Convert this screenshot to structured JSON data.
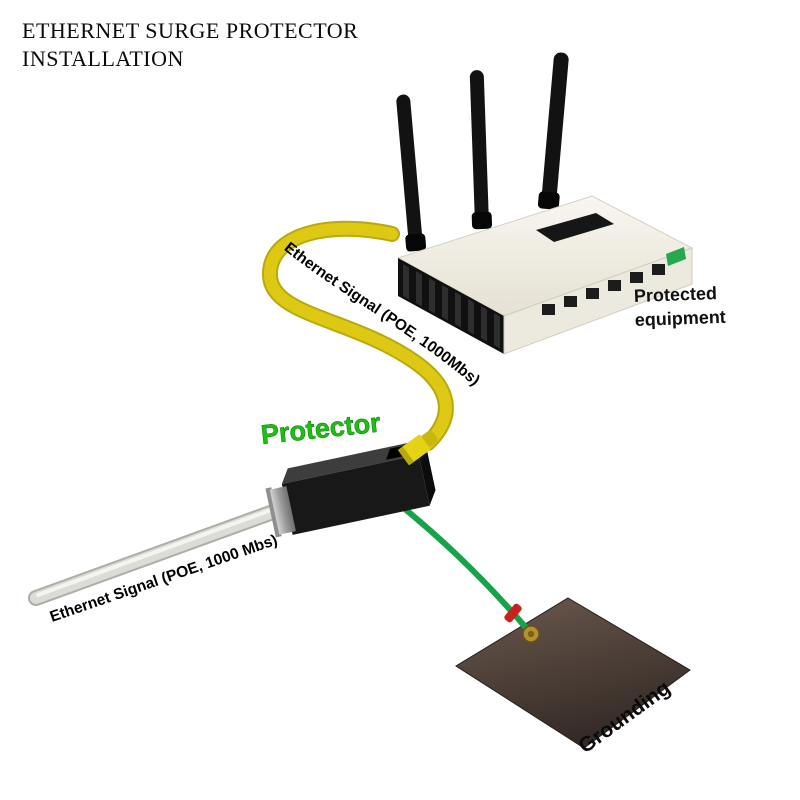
{
  "title": {
    "line1": "ETHERNET SURGE PROTECTOR",
    "line2": "INSTALLATION"
  },
  "router": {
    "label_line1": "Protected",
    "label_line2": "equipment"
  },
  "protector": {
    "label": "Protector"
  },
  "cables": {
    "yellow_label": "Ethernet Signal (POE, 1000Mbs)",
    "white_label": "Ethernet Signal (POE, 1000 Mbs)"
  },
  "grounding": {
    "label": "Grounding"
  },
  "colors": {
    "background": "#ffffff",
    "cable_yellow": "#ddc914",
    "cable_yellow_dark": "#b9a90c",
    "cable_white": "#dcdcd6",
    "protector_label_green": "#1fbe13",
    "ground_wire_green": "#18a34b",
    "red_band": "#c92020",
    "brass_screw": "#b5912f",
    "plate_brown_light": "#6b594e",
    "plate_brown_dark": "#352b26",
    "router_body": "#f3f0e8",
    "device_black": "#181818"
  }
}
